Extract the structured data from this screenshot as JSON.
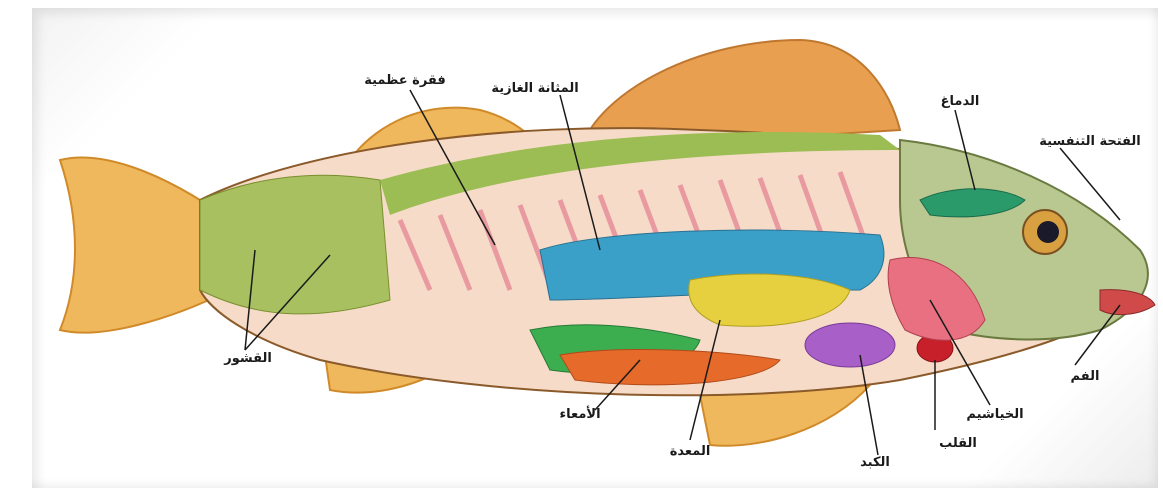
{
  "labels": {
    "scales": "القشور",
    "intestines": "الأمعاء",
    "stomach": "المعدة",
    "liver": "الكبد",
    "heart": "القلب",
    "gills": "الخياشيم",
    "mouth": "الفم",
    "nostril": "الفتحة التنفسية",
    "brain": "الدماغ",
    "swim_bladder": "المثانة الغازية",
    "vertebra": "فقرة عظمية"
  }
}
